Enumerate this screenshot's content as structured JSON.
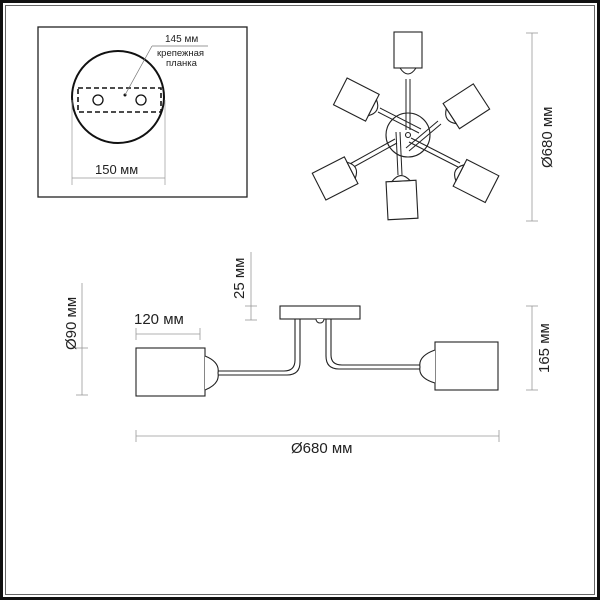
{
  "mount_detail": {
    "bracket_length_label": "145 мм",
    "bracket_caption_line1": "крепежная",
    "bracket_caption_line2": "планка",
    "canopy_diameter_label": "150 мм"
  },
  "top_view": {
    "overall_diameter_label": "Ø680 мм",
    "arm_count": 6
  },
  "side_view": {
    "canopy_height_label": "25 мм",
    "shade_diameter_label": "Ø90 мм",
    "shade_length_label": "120 мм",
    "total_height_label": "165 мм",
    "overall_width_label": "Ø680 мм"
  },
  "colors": {
    "line": "#222222",
    "dimension_line": "#888888",
    "background": "#ffffff"
  }
}
